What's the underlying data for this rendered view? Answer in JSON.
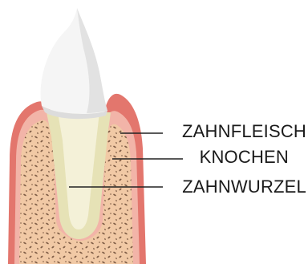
{
  "labels": {
    "gum": "ZAHNFLEISCH",
    "bone": "KNOCHEN",
    "root": "ZAHNWURZEL"
  },
  "colors": {
    "gum_outer": "#e3766d",
    "gum_inner": "#f2b4a8",
    "bone": "#f1c9a5",
    "bone_pores": "#6b4a35",
    "crown": "#f4f4f4",
    "crown_shadow": "#d9d9d9",
    "root": "#eeecc6",
    "root_inner": "#f7f4dc",
    "leader_line": "#222222"
  }
}
